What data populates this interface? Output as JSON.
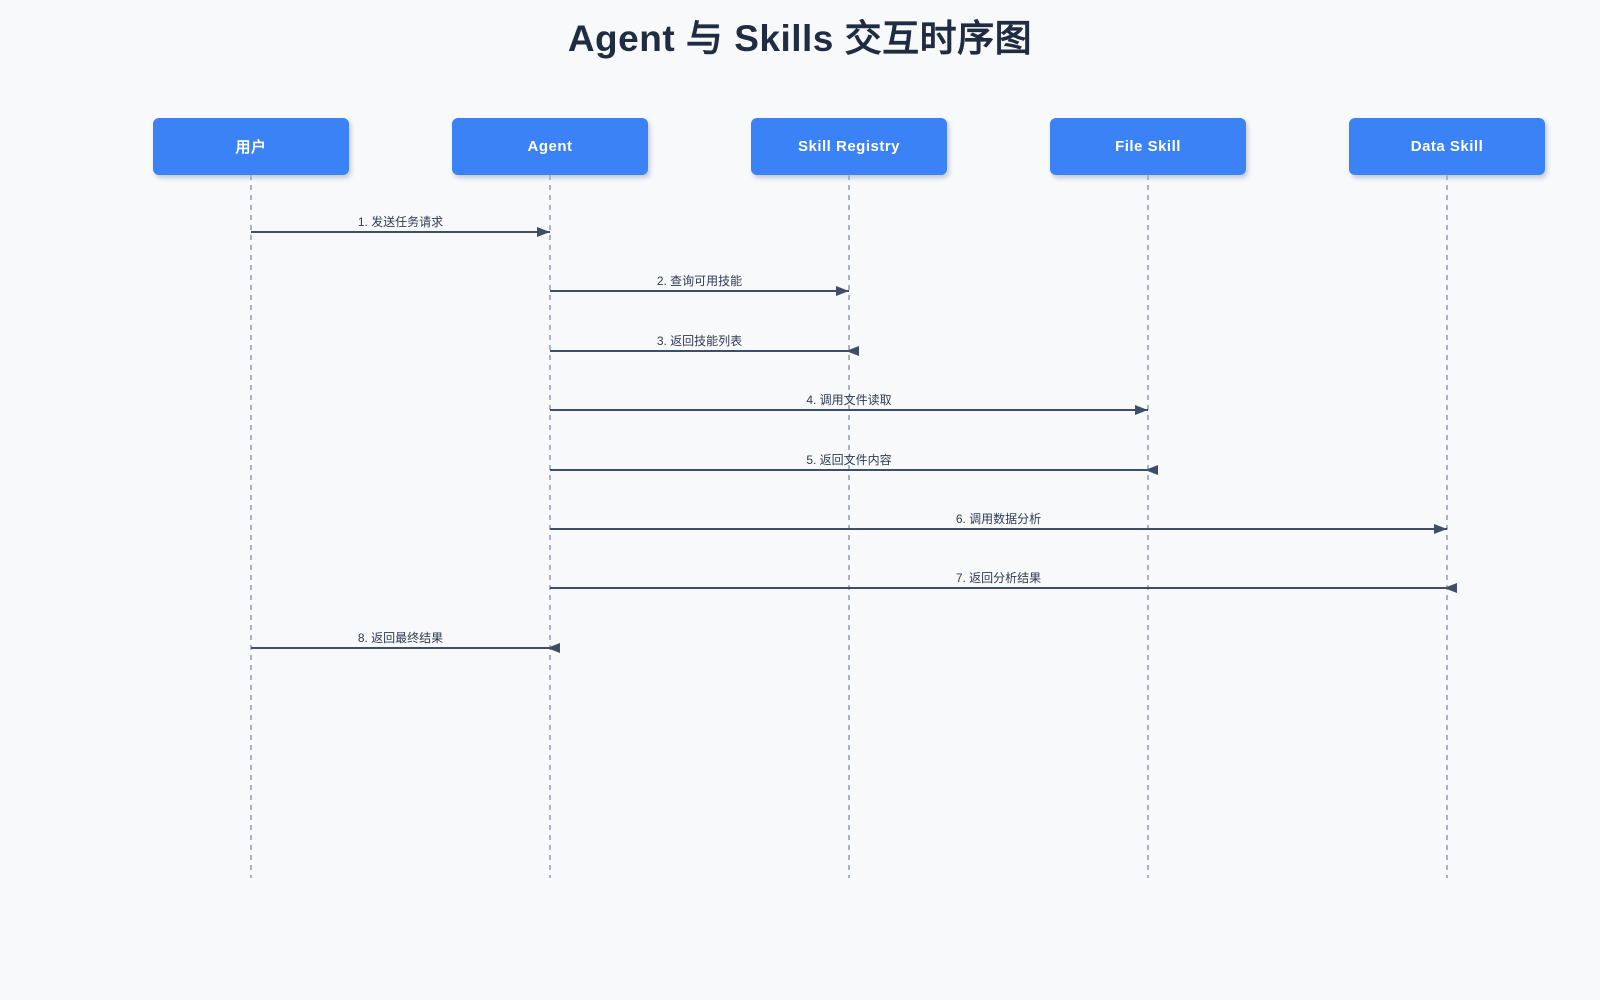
{
  "title": "Agent 与 Skills 交互时序图",
  "colors": {
    "background": "#f8f9fb",
    "actor_fill": "#3b82f6",
    "actor_text": "#ffffff",
    "message_line": "#3f4e66",
    "message_text": "#2f3b50",
    "lifeline": "#a9b3c6",
    "title_text": "#202c41"
  },
  "actors": [
    {
      "label": "用户"
    },
    {
      "label": "Agent"
    },
    {
      "label": "Skill Registry"
    },
    {
      "label": "File Skill"
    },
    {
      "label": "Data Skill"
    }
  ],
  "messages": [
    {
      "label": "1. 发送任务请求",
      "from": 0,
      "to": 1,
      "kind": "call"
    },
    {
      "label": "2. 查询可用技能",
      "from": 1,
      "to": 2,
      "kind": "call"
    },
    {
      "label": "3. 返回技能列表",
      "from": 2,
      "to": 1,
      "kind": "return"
    },
    {
      "label": "4. 调用文件读取",
      "from": 1,
      "to": 3,
      "kind": "call"
    },
    {
      "label": "5. 返回文件内容",
      "from": 3,
      "to": 1,
      "kind": "return"
    },
    {
      "label": "6. 调用数据分析",
      "from": 1,
      "to": 4,
      "kind": "call"
    },
    {
      "label": "7. 返回分析结果",
      "from": 4,
      "to": 1,
      "kind": "return"
    },
    {
      "label": "8. 返回最终结果",
      "from": 1,
      "to": 0,
      "kind": "return"
    }
  ]
}
